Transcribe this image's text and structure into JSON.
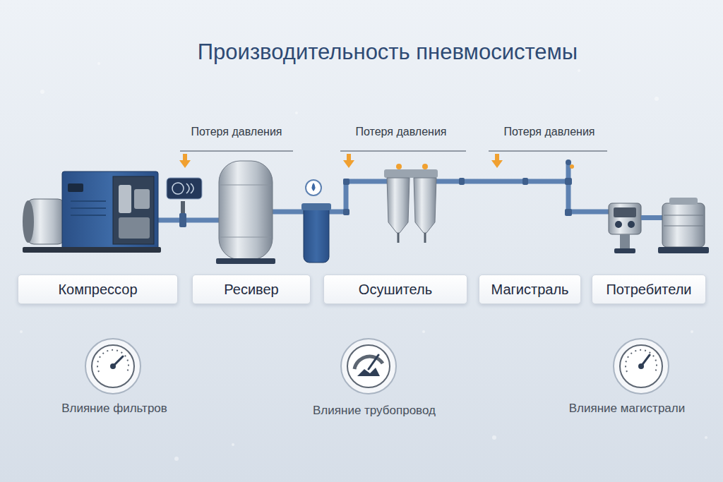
{
  "diagram": {
    "title": "Производительность пневмосистемы",
    "nodes": [
      {
        "text": [
          "Компрессор"
        ]
      },
      {
        "text": [
          "Ресивер"
        ]
      },
      {
        "text": [
          "Осушитель"
        ]
      },
      {
        "text": [
          "Магистраль"
        ]
      },
      {
        "text": [
          "Потребители"
        ]
      }
    ],
    "labels": [
      "Потеря давления",
      "Потеря давления",
      "Потеря давления",
      "Влияние фильтров",
      "Влияние трубопровод",
      "Влияние магистрали"
    ]
  }
}
